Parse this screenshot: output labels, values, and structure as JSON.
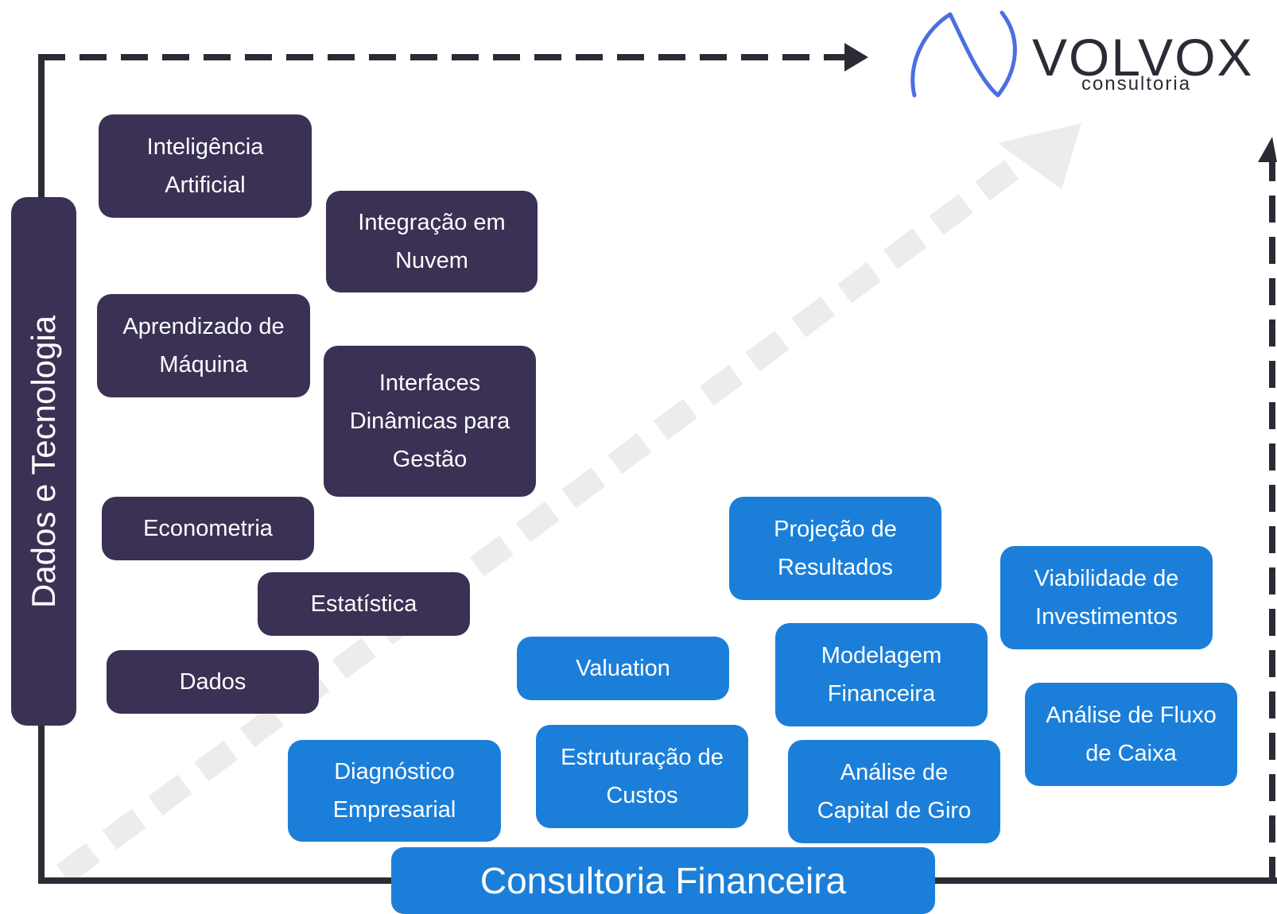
{
  "brand": {
    "name": "VOLVOX",
    "tagline": "consultoria",
    "accent": "#4a6fe0"
  },
  "colors": {
    "tech": "#3a3155",
    "finance": "#1b7fd9",
    "frame": "#2b2b36",
    "trend": "#ececec"
  },
  "axes": {
    "y_title": "Dados e Tecnologia",
    "x_title": "Consultoria Financeira"
  },
  "tech_items": [
    "Inteligência\nArtificial",
    "Integração em\nNuvem",
    "Aprendizado de\nMáquina",
    "Interfaces\nDinâmicas para\nGestão",
    "Econometria",
    "Estatística",
    "Dados"
  ],
  "finance_items": [
    "Projeção de\nResultados",
    "Viabilidade de\nInvestimentos",
    "Valuation",
    "Modelagem\nFinanceira",
    "Análise de Fluxo\nde Caixa",
    "Diagnóstico\nEmpresarial",
    "Estruturação de\nCustos",
    "Análise de\nCapital de Giro"
  ]
}
